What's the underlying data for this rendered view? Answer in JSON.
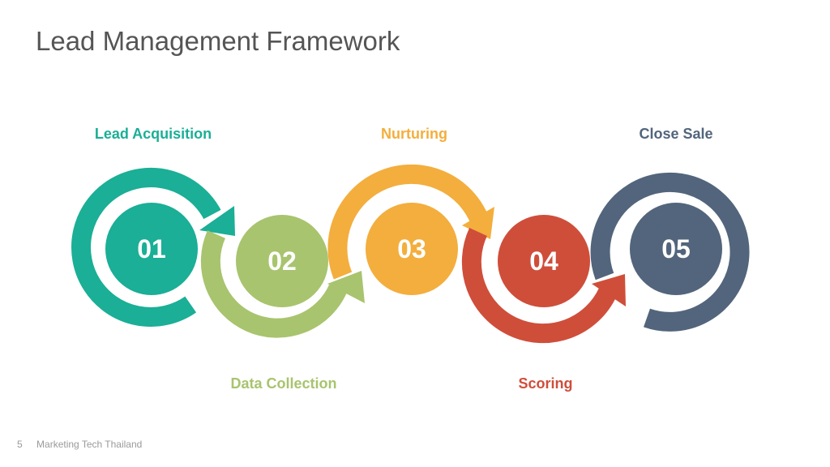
{
  "slide": {
    "title": "Lead Management Framework",
    "page_number": "5",
    "footer_text": "Marketing Tech Thailand"
  },
  "steps": [
    {
      "number": "01",
      "label": "Lead Acquisition",
      "color": "#1aaf96"
    },
    {
      "number": "02",
      "label": "Data Collection",
      "color": "#a8c46e"
    },
    {
      "number": "03",
      "label": "Nurturing",
      "color": "#f3ae3d"
    },
    {
      "number": "04",
      "label": "Scoring",
      "color": "#cf4e3a"
    },
    {
      "number": "05",
      "label": "Close Sale",
      "color": "#52657c"
    }
  ]
}
